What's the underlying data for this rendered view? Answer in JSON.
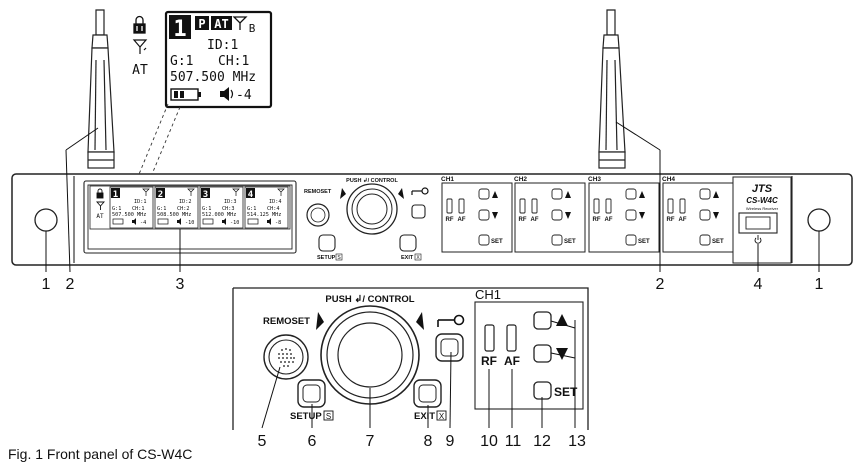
{
  "zoom_lcd": {
    "channel_number": "1",
    "tag_p": "P",
    "tag_at": "AT",
    "antenna_b": "B",
    "id": "ID:1",
    "group": "G:1",
    "channel": "CH:1",
    "frequency": "507.500 MHz",
    "volume": "-4"
  },
  "side_indicators": {
    "mode": "AT"
  },
  "panel": {
    "remoset_label": "REMOSET",
    "push_control_label": "PUSH ↲/ CONTROL",
    "setup_label": "SETUP",
    "setup_icon": "S",
    "exit_label": "EXIT",
    "exit_icon": "X",
    "brand": "JTS",
    "model": "CS-W4C",
    "model_subtitle": "Wireless Receiver",
    "rf_label": "RF",
    "af_label": "AF",
    "set_label": "SET",
    "channels": [
      {
        "label": "CH1",
        "display": {
          "n": "1",
          "id": "ID:1",
          "g": "G:1",
          "ch": "CH:1",
          "freq": "507.500 MHz",
          "vol": "-4"
        }
      },
      {
        "label": "CH2",
        "display": {
          "n": "2",
          "id": "ID:2",
          "g": "G:1",
          "ch": "CH:2",
          "freq": "508.500 MHz",
          "vol": "-10"
        }
      },
      {
        "label": "CH3",
        "display": {
          "n": "3",
          "id": "ID:3",
          "g": "G:1",
          "ch": "CH:3",
          "freq": "512.000 MHz",
          "vol": "-10"
        }
      },
      {
        "label": "CH4",
        "display": {
          "n": "4",
          "id": "ID:4",
          "g": "G:1",
          "ch": "CH:4",
          "freq": "514.125 MHz",
          "vol": "-8"
        }
      }
    ]
  },
  "detail": {
    "remoset_label": "REMOSET",
    "push_control_label": "PUSH ↲/ CONTROL",
    "ch1_label": "CH1",
    "rf_label": "RF",
    "af_label": "AF",
    "setup_label": "SETUP",
    "setup_icon": "S",
    "exit_label": "EXIT",
    "exit_icon": "X",
    "set_label": "SET"
  },
  "callouts": {
    "n1": "1",
    "n2": "2",
    "n3": "3",
    "n4": "4",
    "n5": "5",
    "n6": "6",
    "n7": "7",
    "n8": "8",
    "n9": "9",
    "n10": "10",
    "n11": "11",
    "n12": "12",
    "n13": "13"
  },
  "caption": "Fig. 1  Front panel of CS-W4C"
}
